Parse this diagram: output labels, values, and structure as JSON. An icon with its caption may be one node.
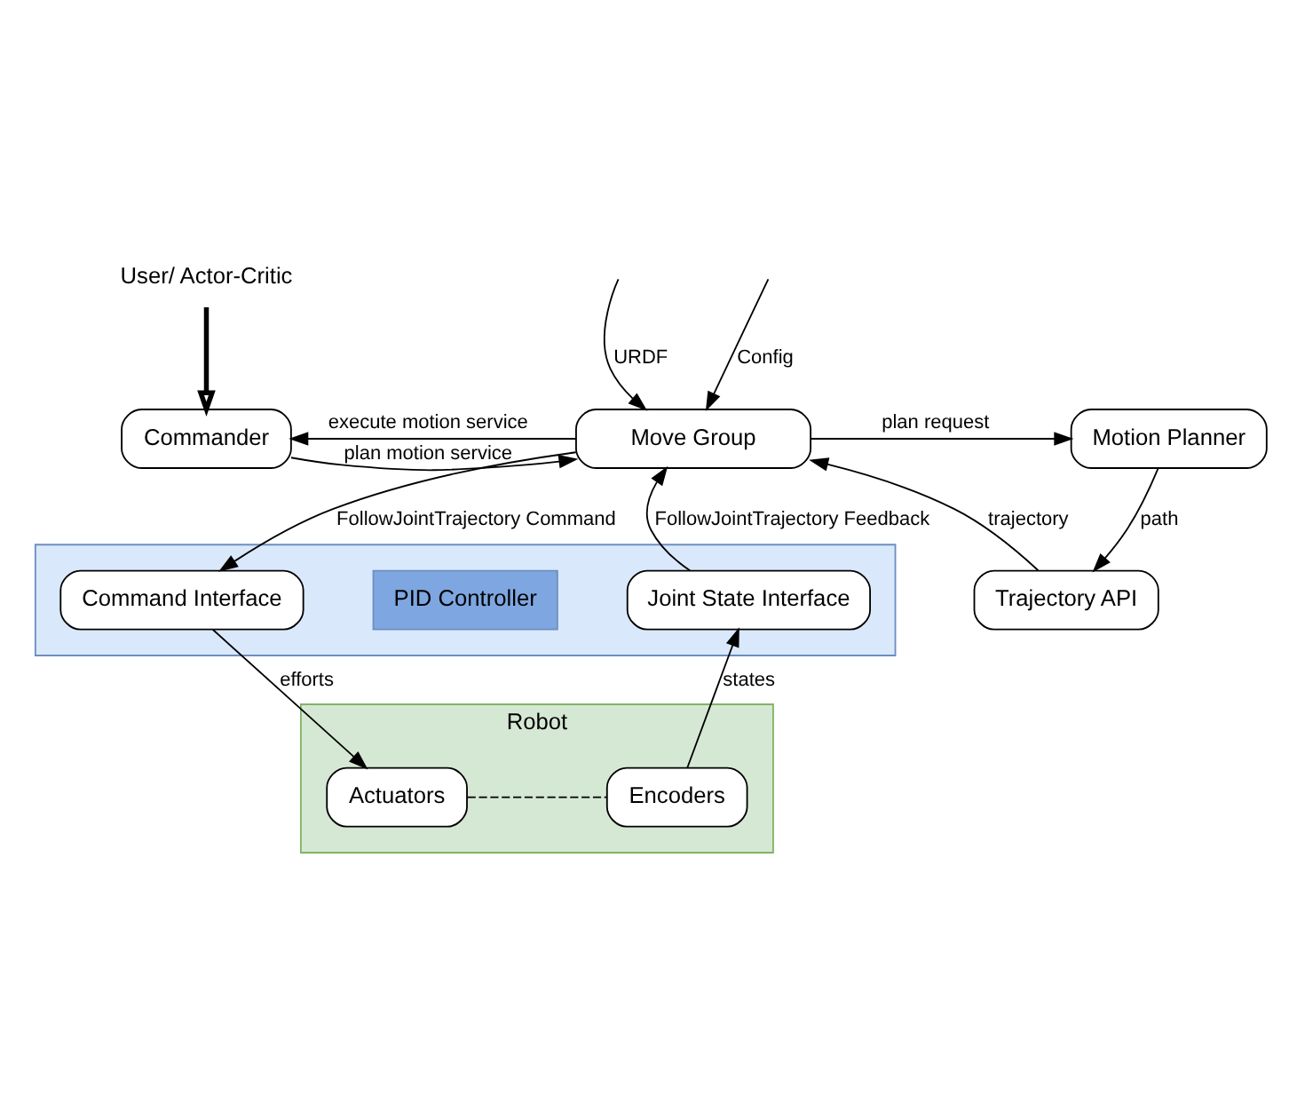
{
  "diagram": {
    "nodes": [
      {
        "text": [
          "User/ Actor-Critic"
        ]
      },
      {
        "text": [
          "Commander"
        ]
      },
      {
        "text": [
          "Move Group"
        ]
      },
      {
        "text": [
          "Motion Planner"
        ]
      },
      {
        "text": [
          "Trajectory API"
        ]
      },
      {
        "text": [],
        "shape": "box"
      },
      {
        "text": [
          "Command Interface"
        ],
        "in": 5
      },
      {
        "text": [
          "PID Controller"
        ],
        "in": 5
      },
      {
        "text": [
          "Joint State Interface"
        ],
        "in": 5
      },
      {
        "text": [
          "Robot"
        ]
      },
      {
        "text": [
          "Actuators"
        ],
        "in": 9
      },
      {
        "text": [
          "Encoders"
        ],
        "in": 9
      }
    ],
    "edges": [
      {
        "from": 0,
        "to": 1,
        "arrow": "to",
        "style": "thick"
      },
      {
        "from": 1,
        "to": 2,
        "arrow": "to",
        "label": "plan motion service"
      },
      {
        "from": 2,
        "to": 1,
        "arrow": "to",
        "label": "execute motion service"
      },
      {
        "from": null,
        "to": 2,
        "arrow": "to",
        "label": "URDF"
      },
      {
        "from": null,
        "to": 2,
        "arrow": "to",
        "label": "Config"
      },
      {
        "from": 2,
        "to": 3,
        "arrow": "to",
        "label": "plan request"
      },
      {
        "from": 3,
        "to": 4,
        "arrow": "to",
        "label": "path"
      },
      {
        "from": 4,
        "to": 2,
        "arrow": "to",
        "label": "trajectory"
      },
      {
        "from": 2,
        "to": 6,
        "arrow": "to",
        "label": "FollowJointTrajectory Command"
      },
      {
        "from": 8,
        "to": 2,
        "arrow": "to",
        "label": "FollowJointTrajectory Feedback"
      },
      {
        "from": 6,
        "to": 10,
        "arrow": "to",
        "label": "efforts"
      },
      {
        "from": 11,
        "to": 8,
        "arrow": "to",
        "label": "states"
      },
      {
        "from": 10,
        "to": 11,
        "arrow": "none",
        "style": "dashed"
      }
    ]
  }
}
